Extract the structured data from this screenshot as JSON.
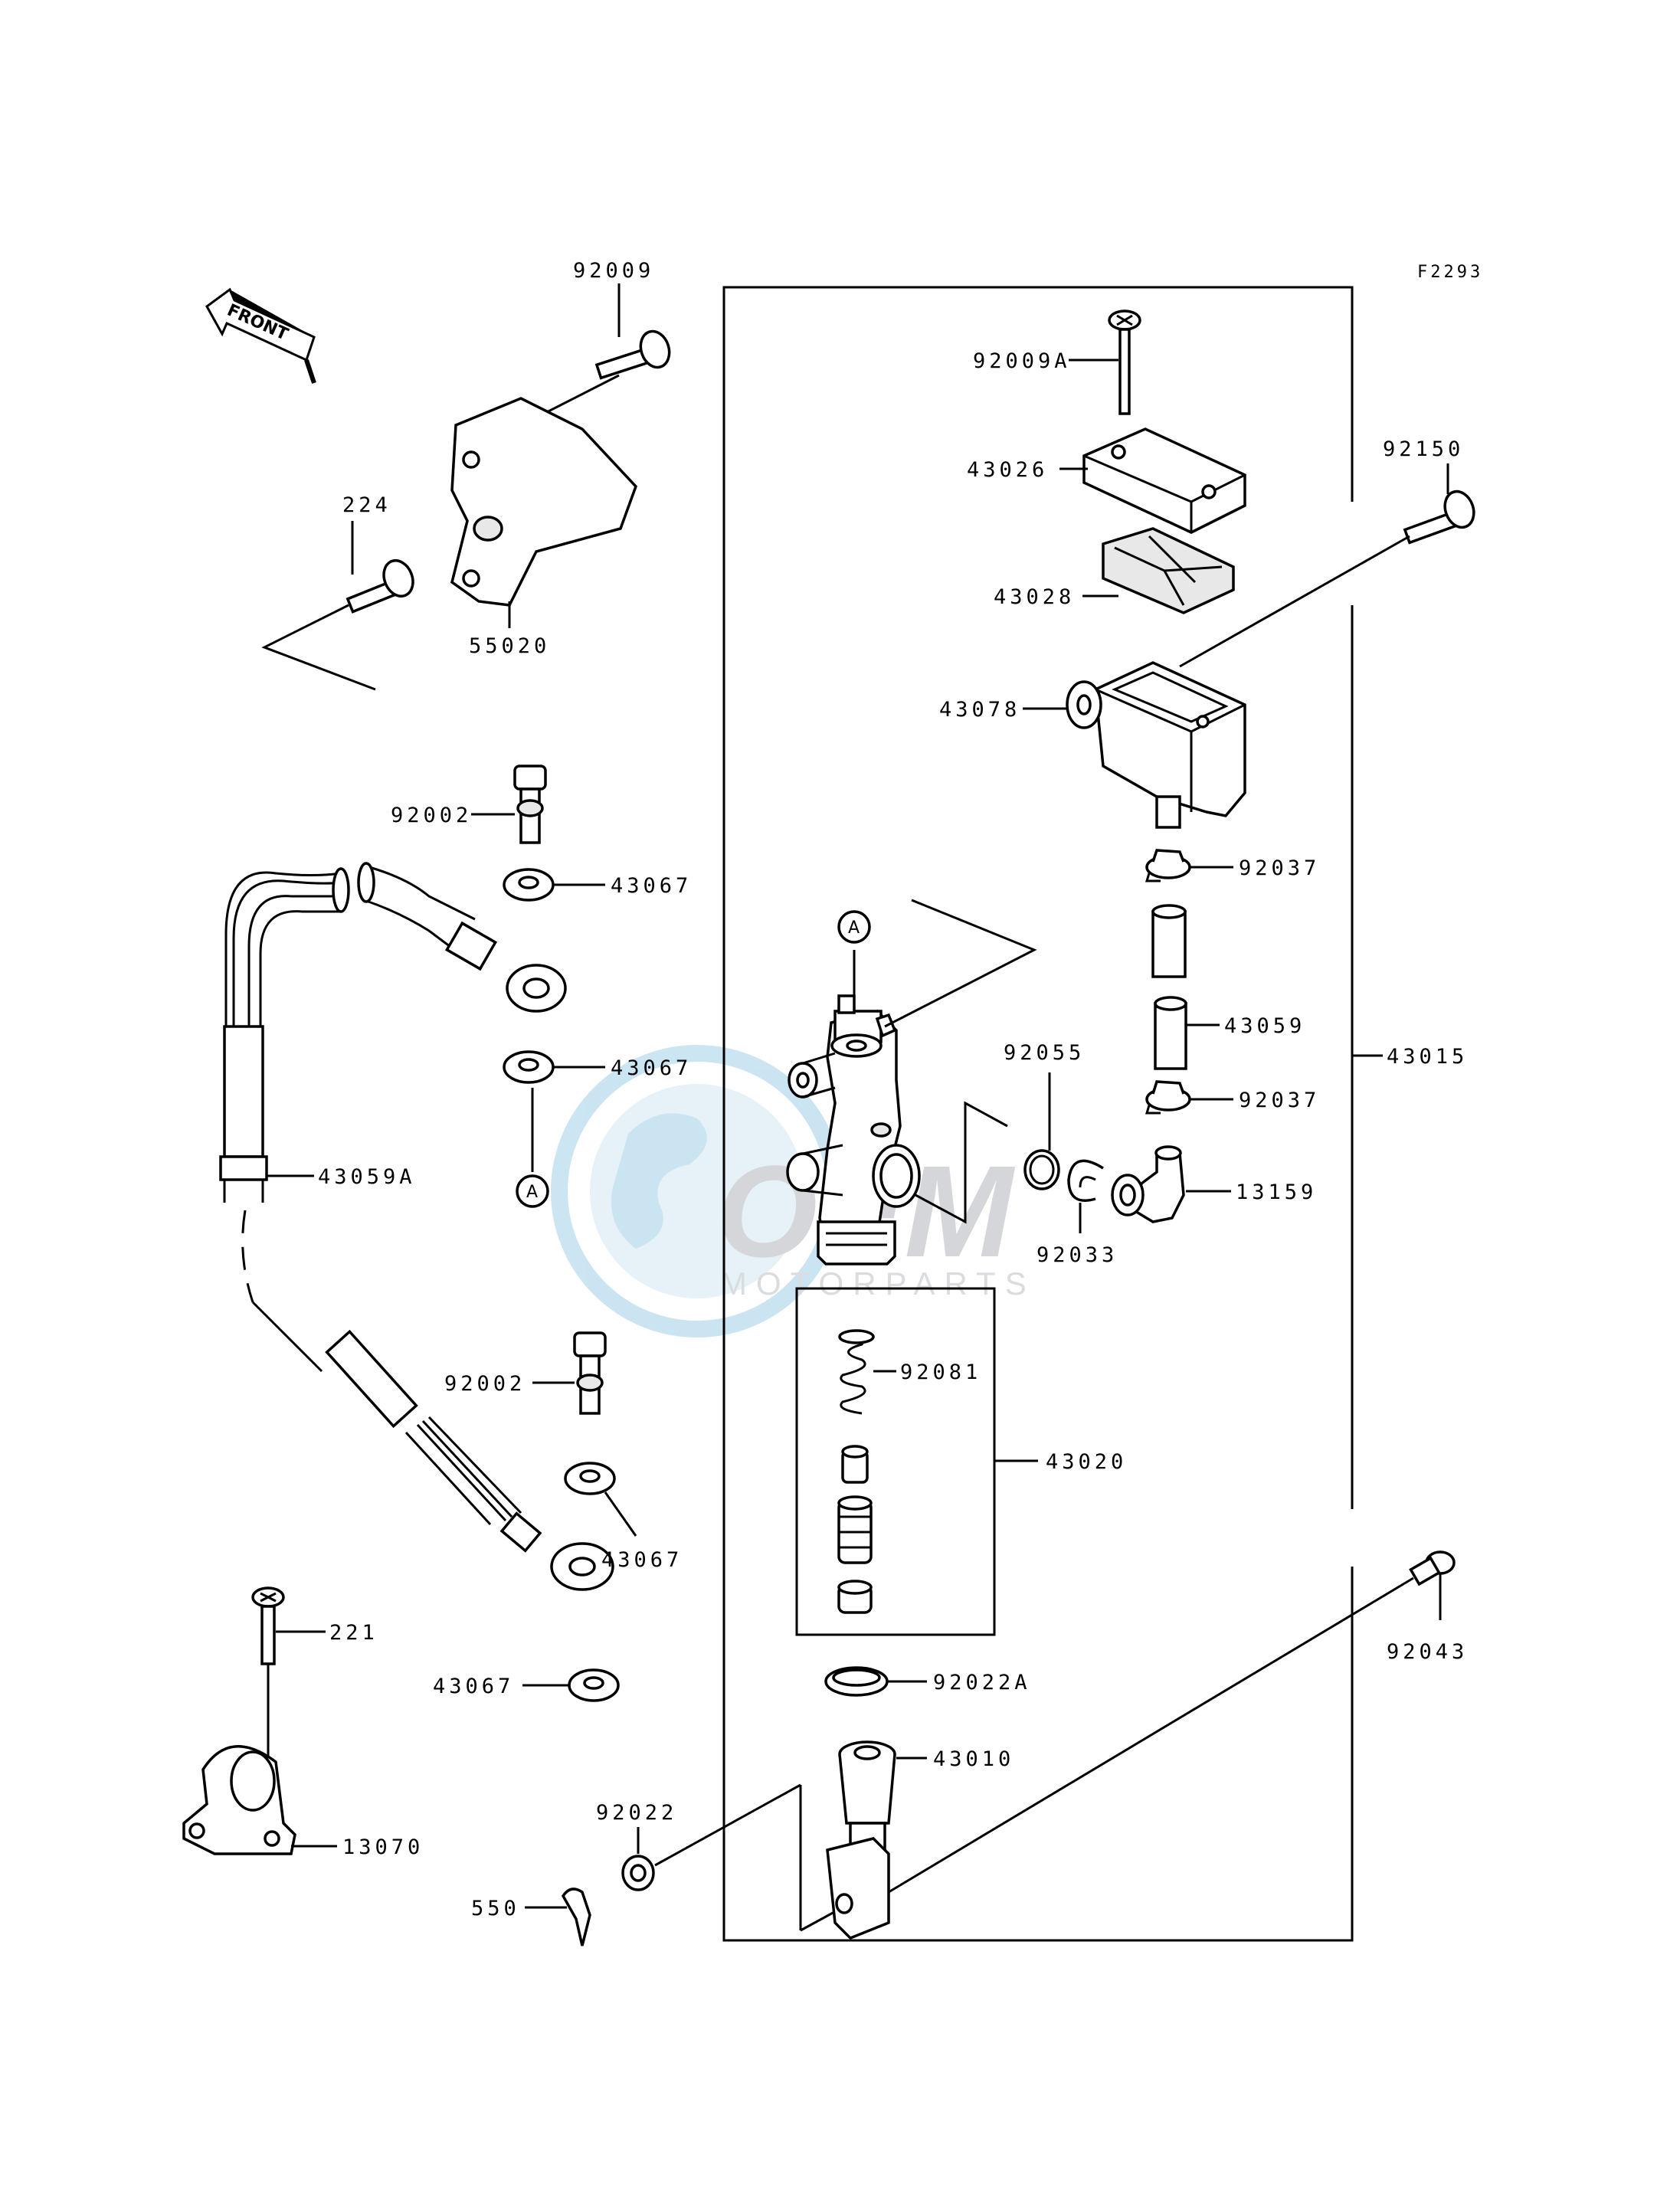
{
  "figure_code": "F2293",
  "front_label": "FRONT",
  "callout_letter": "A",
  "watermark": {
    "brand": "OEM",
    "sub": "MOTORPARTS"
  },
  "parts": {
    "p92009": "92009",
    "p224": "224",
    "p55020": "55020",
    "p92002_top": "92002",
    "p43067_a": "43067",
    "p43067_b": "43067",
    "p43059A": "43059A",
    "p92002_bottom": "92002",
    "p43067_c": "43067",
    "p43067_d": "43067",
    "p221": "221",
    "p13070": "13070",
    "p550": "550",
    "p92022": "92022",
    "p92009A": "92009A",
    "p43026": "43026",
    "p43028": "43028",
    "p43078": "43078",
    "p92150": "92150",
    "p92037_top": "92037",
    "p43059": "43059",
    "p92037_bottom": "92037",
    "p43015": "43015",
    "p92055": "92055",
    "p92033": "92033",
    "p13159": "13159",
    "p92081": "92081",
    "p43020": "43020",
    "p92022A": "92022A",
    "p43010": "43010",
    "p92043": "92043"
  }
}
